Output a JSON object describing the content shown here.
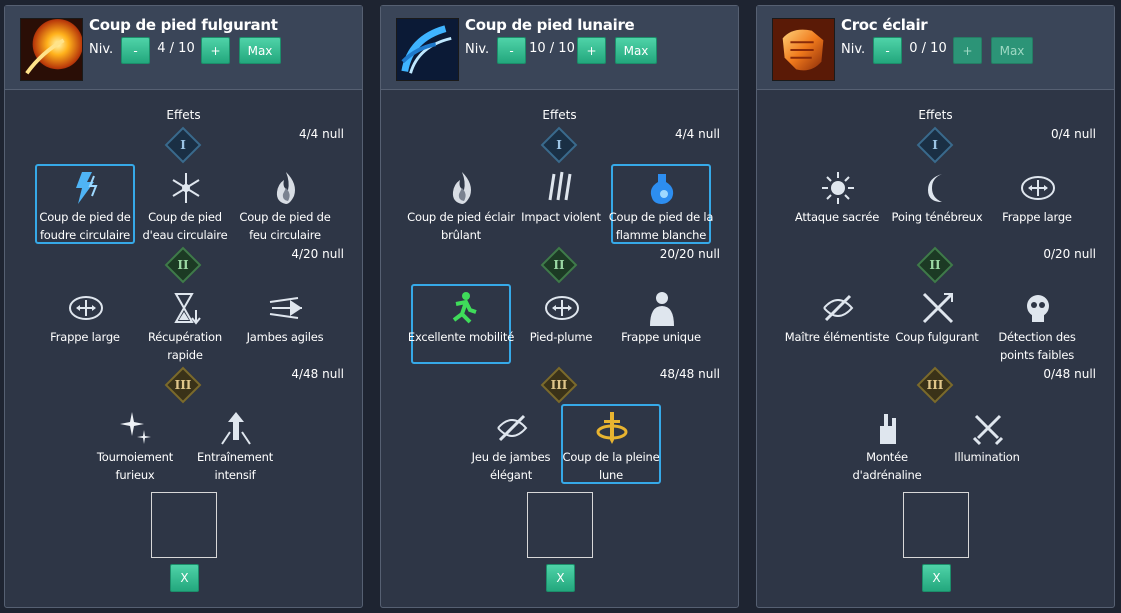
{
  "panels": [
    {
      "skill_name": "Coup de pied fulgurant",
      "icon": "fire-kick-icon",
      "niv_label": "Niv.",
      "level": "4 / 10",
      "minus": "-",
      "plus": "+",
      "max": "Max",
      "max_disabled": false,
      "effets": "Effets",
      "tiers": [
        {
          "roman": "I",
          "count": "4/4 null",
          "options": [
            {
              "label": "Coup de pied de foudre circulaire",
              "icon": "lightning-icon",
              "selected": true
            },
            {
              "label": "Coup de pied d'eau circulaire",
              "icon": "snowflake-icon",
              "selected": false
            },
            {
              "label": "Coup de pied de feu circulaire",
              "icon": "flame-icon",
              "selected": false
            }
          ]
        },
        {
          "roman": "II",
          "count": "4/20 null",
          "options": [
            {
              "label": "Frappe large",
              "icon": "compass-arrows-icon",
              "selected": false
            },
            {
              "label": "Récupération rapide",
              "icon": "hourglass-icon",
              "selected": false
            },
            {
              "label": "Jambes agiles",
              "icon": "speed-lines-icon",
              "selected": false
            }
          ]
        },
        {
          "roman": "III",
          "count": "4/48 null",
          "options": [
            {
              "label": "Tournoiement furieux",
              "icon": "sparkle-burst-icon",
              "selected": false
            },
            {
              "label": "Entraînement intensif",
              "icon": "up-arrow-burst-icon",
              "selected": false
            }
          ]
        }
      ],
      "close": "X"
    },
    {
      "skill_name": "Coup de pied lunaire",
      "icon": "moon-kick-icon",
      "niv_label": "Niv.",
      "level": "10 / 10",
      "minus": "-",
      "plus": "+",
      "max": "Max",
      "max_disabled": false,
      "effets": "Effets",
      "tiers": [
        {
          "roman": "I",
          "count": "4/4 null",
          "options": [
            {
              "label": "Coup de pied éclair brûlant",
              "icon": "flame-icon",
              "selected": false
            },
            {
              "label": "Impact violent",
              "icon": "claw-strike-icon",
              "selected": false
            },
            {
              "label": "Coup de pied de la flamme blanche",
              "icon": "potion-icon",
              "selected": true
            }
          ]
        },
        {
          "roman": "II",
          "count": "20/20 null",
          "options": [
            {
              "label": "Excellente mobilité",
              "icon": "running-man-icon",
              "selected": true
            },
            {
              "label": "Pied-plume",
              "icon": "compass-arrows-icon",
              "selected": false
            },
            {
              "label": "Frappe unique",
              "icon": "figure-icon",
              "selected": false
            }
          ]
        },
        {
          "roman": "III",
          "count": "48/48 null",
          "options": [
            {
              "label": "Jeu de jambes élégant",
              "icon": "swirl-slash-icon",
              "selected": false
            },
            {
              "label": "Coup de la pleine lune",
              "icon": "golden-sword-icon",
              "selected": true
            }
          ]
        }
      ],
      "close": "X"
    },
    {
      "skill_name": "Croc éclair",
      "icon": "fire-fist-icon",
      "niv_label": "Niv.",
      "level": "0 / 10",
      "minus": "-",
      "plus": "+",
      "max": "Max",
      "max_disabled": true,
      "effets": "Effets",
      "tiers": [
        {
          "roman": "I",
          "count": "0/4 null",
          "options": [
            {
              "label": "Attaque sacrée",
              "icon": "sun-icon",
              "selected": false
            },
            {
              "label": "Poing ténébreux",
              "icon": "crescent-moon-icon",
              "selected": false
            },
            {
              "label": "Frappe large",
              "icon": "compass-arrows-icon",
              "selected": false
            }
          ]
        },
        {
          "roman": "II",
          "count": "0/20 null",
          "options": [
            {
              "label": "Maître élémentiste",
              "icon": "swirl-slash-icon",
              "selected": false
            },
            {
              "label": "Coup fulgurant",
              "icon": "crossed-slash-icon",
              "selected": false
            },
            {
              "label": "Détection des points faibles",
              "icon": "skull-icon",
              "selected": false
            }
          ]
        },
        {
          "roman": "III",
          "count": "0/48 null",
          "options": [
            {
              "label": "Montée d'adrénaline",
              "icon": "rising-hand-icon",
              "selected": false
            },
            {
              "label": "Illumination",
              "icon": "crossed-swords-icon",
              "selected": false
            }
          ]
        }
      ],
      "close": "X"
    }
  ]
}
